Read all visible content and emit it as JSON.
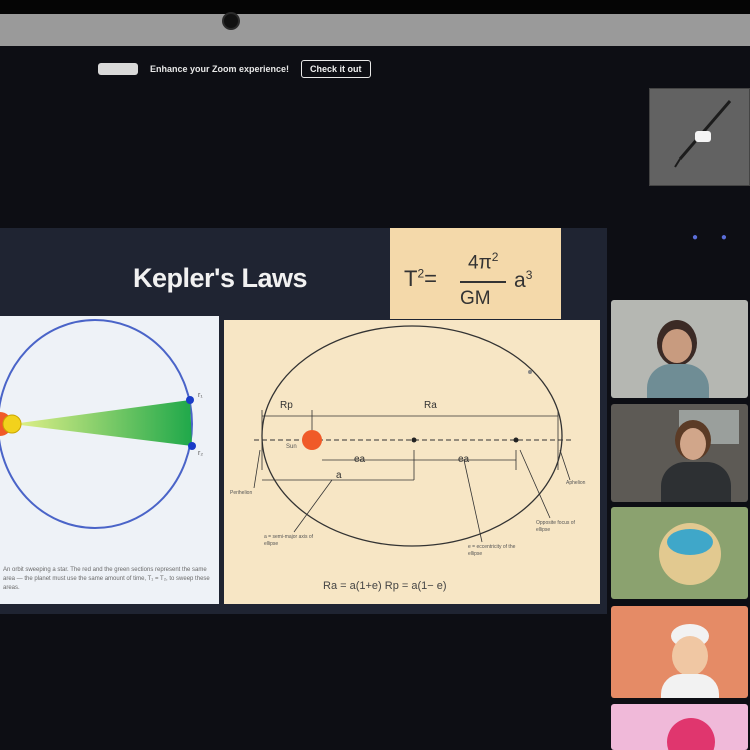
{
  "banner": {
    "message": "Enhance your Zoom experience!",
    "button_label": "Check it out"
  },
  "slide": {
    "title": "Kepler's Laws",
    "formula": {
      "t_label": "T",
      "t_exp": "2",
      "equals": "=",
      "numerator": "4π",
      "numerator_exp": "2",
      "denominator": "GM",
      "a_label": "a",
      "a_exp": "3"
    },
    "left_diagram": {
      "label_r1": "r₁",
      "label_r2": "r₂",
      "caption": "An orbit sweeping a star. The red and the green sections represent the same area — the planet must use the same amount of time, T₁ = T₂, to sweep these areas."
    },
    "right_diagram": {
      "rp": "Rp",
      "ra": "Ra",
      "sun": "Sun",
      "ea_left": "ea",
      "ea_right": "ea",
      "a": "a",
      "perihelion": "Perihelion",
      "aphelion": "Aphelion",
      "semi_major_note": "a = semi-major axis of ellipse",
      "eccentricity_note": "e = eccentricity of the ellipse",
      "opposite_focus_note": "Opposite focus of ellipse",
      "bottom_formula": "Ra = a(1+e)    Rp = a(1− e)"
    }
  },
  "colors": {
    "slide_bg": "#1f2432",
    "formula_bg": "#f4d9aa",
    "right_panel_bg": "#f7e6c5",
    "sun": "#f05a28",
    "orbit": "#4a64c8"
  }
}
